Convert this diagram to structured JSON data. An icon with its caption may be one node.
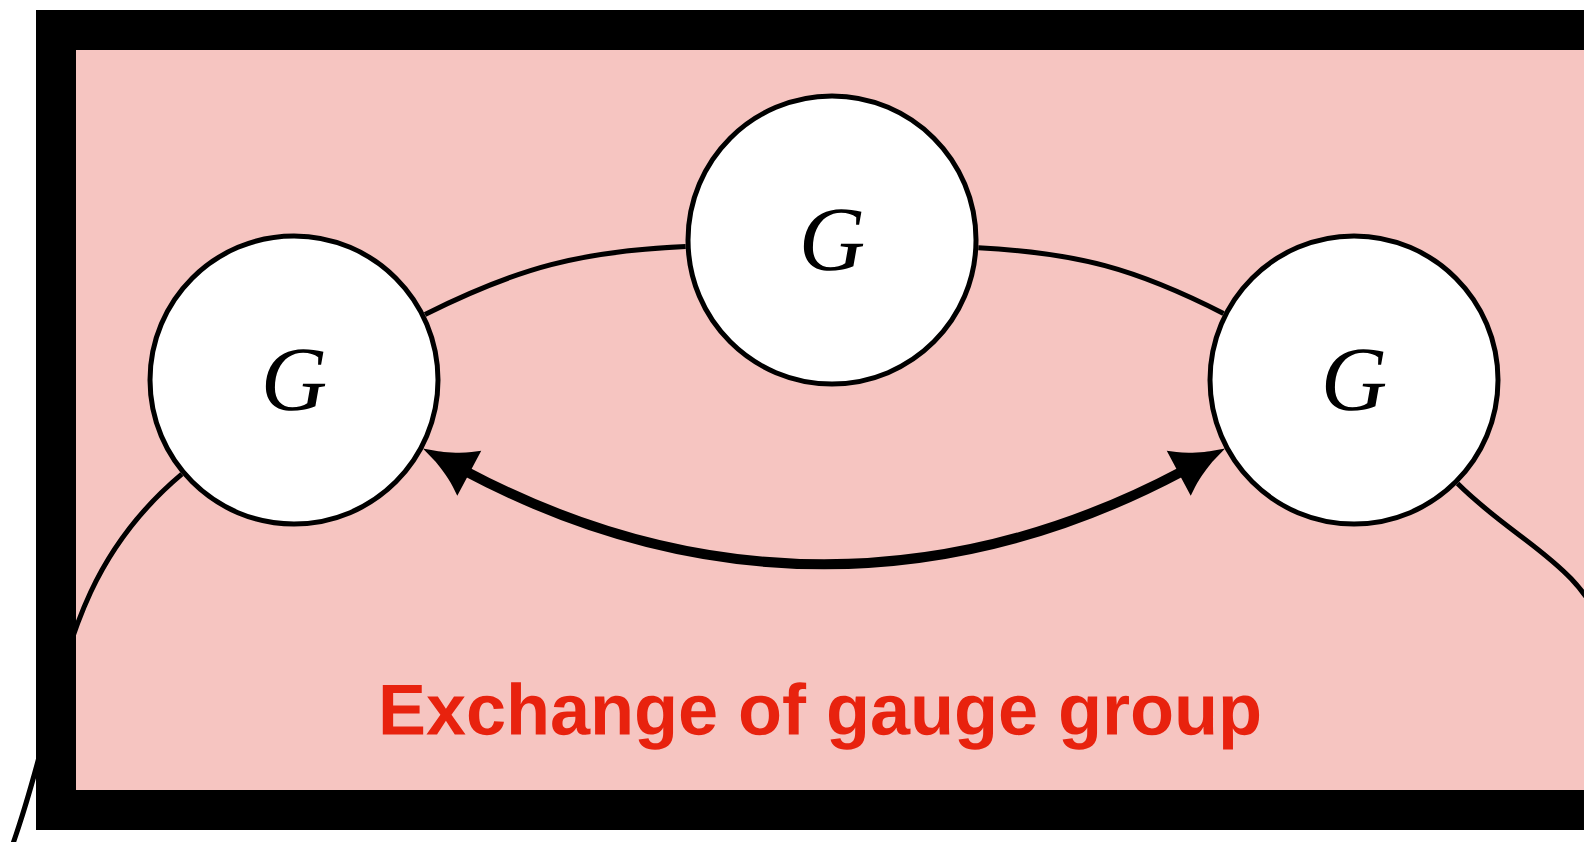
{
  "diagram": {
    "nodes": [
      {
        "text": [
          "G"
        ]
      },
      {
        "text": [
          "G"
        ]
      },
      {
        "text": [
          "G"
        ]
      }
    ],
    "edges": [
      {
        "from": null,
        "to": 0,
        "arrow": "none"
      },
      {
        "from": 0,
        "to": 1,
        "arrow": "none"
      },
      {
        "from": 1,
        "to": 2,
        "arrow": "none"
      },
      {
        "from": 2,
        "to": null,
        "arrow": "none"
      },
      {
        "from": 0,
        "to": 2,
        "arrow": "both",
        "style": "thick"
      }
    ],
    "labels": [
      "Exchange of gauge group"
    ]
  }
}
